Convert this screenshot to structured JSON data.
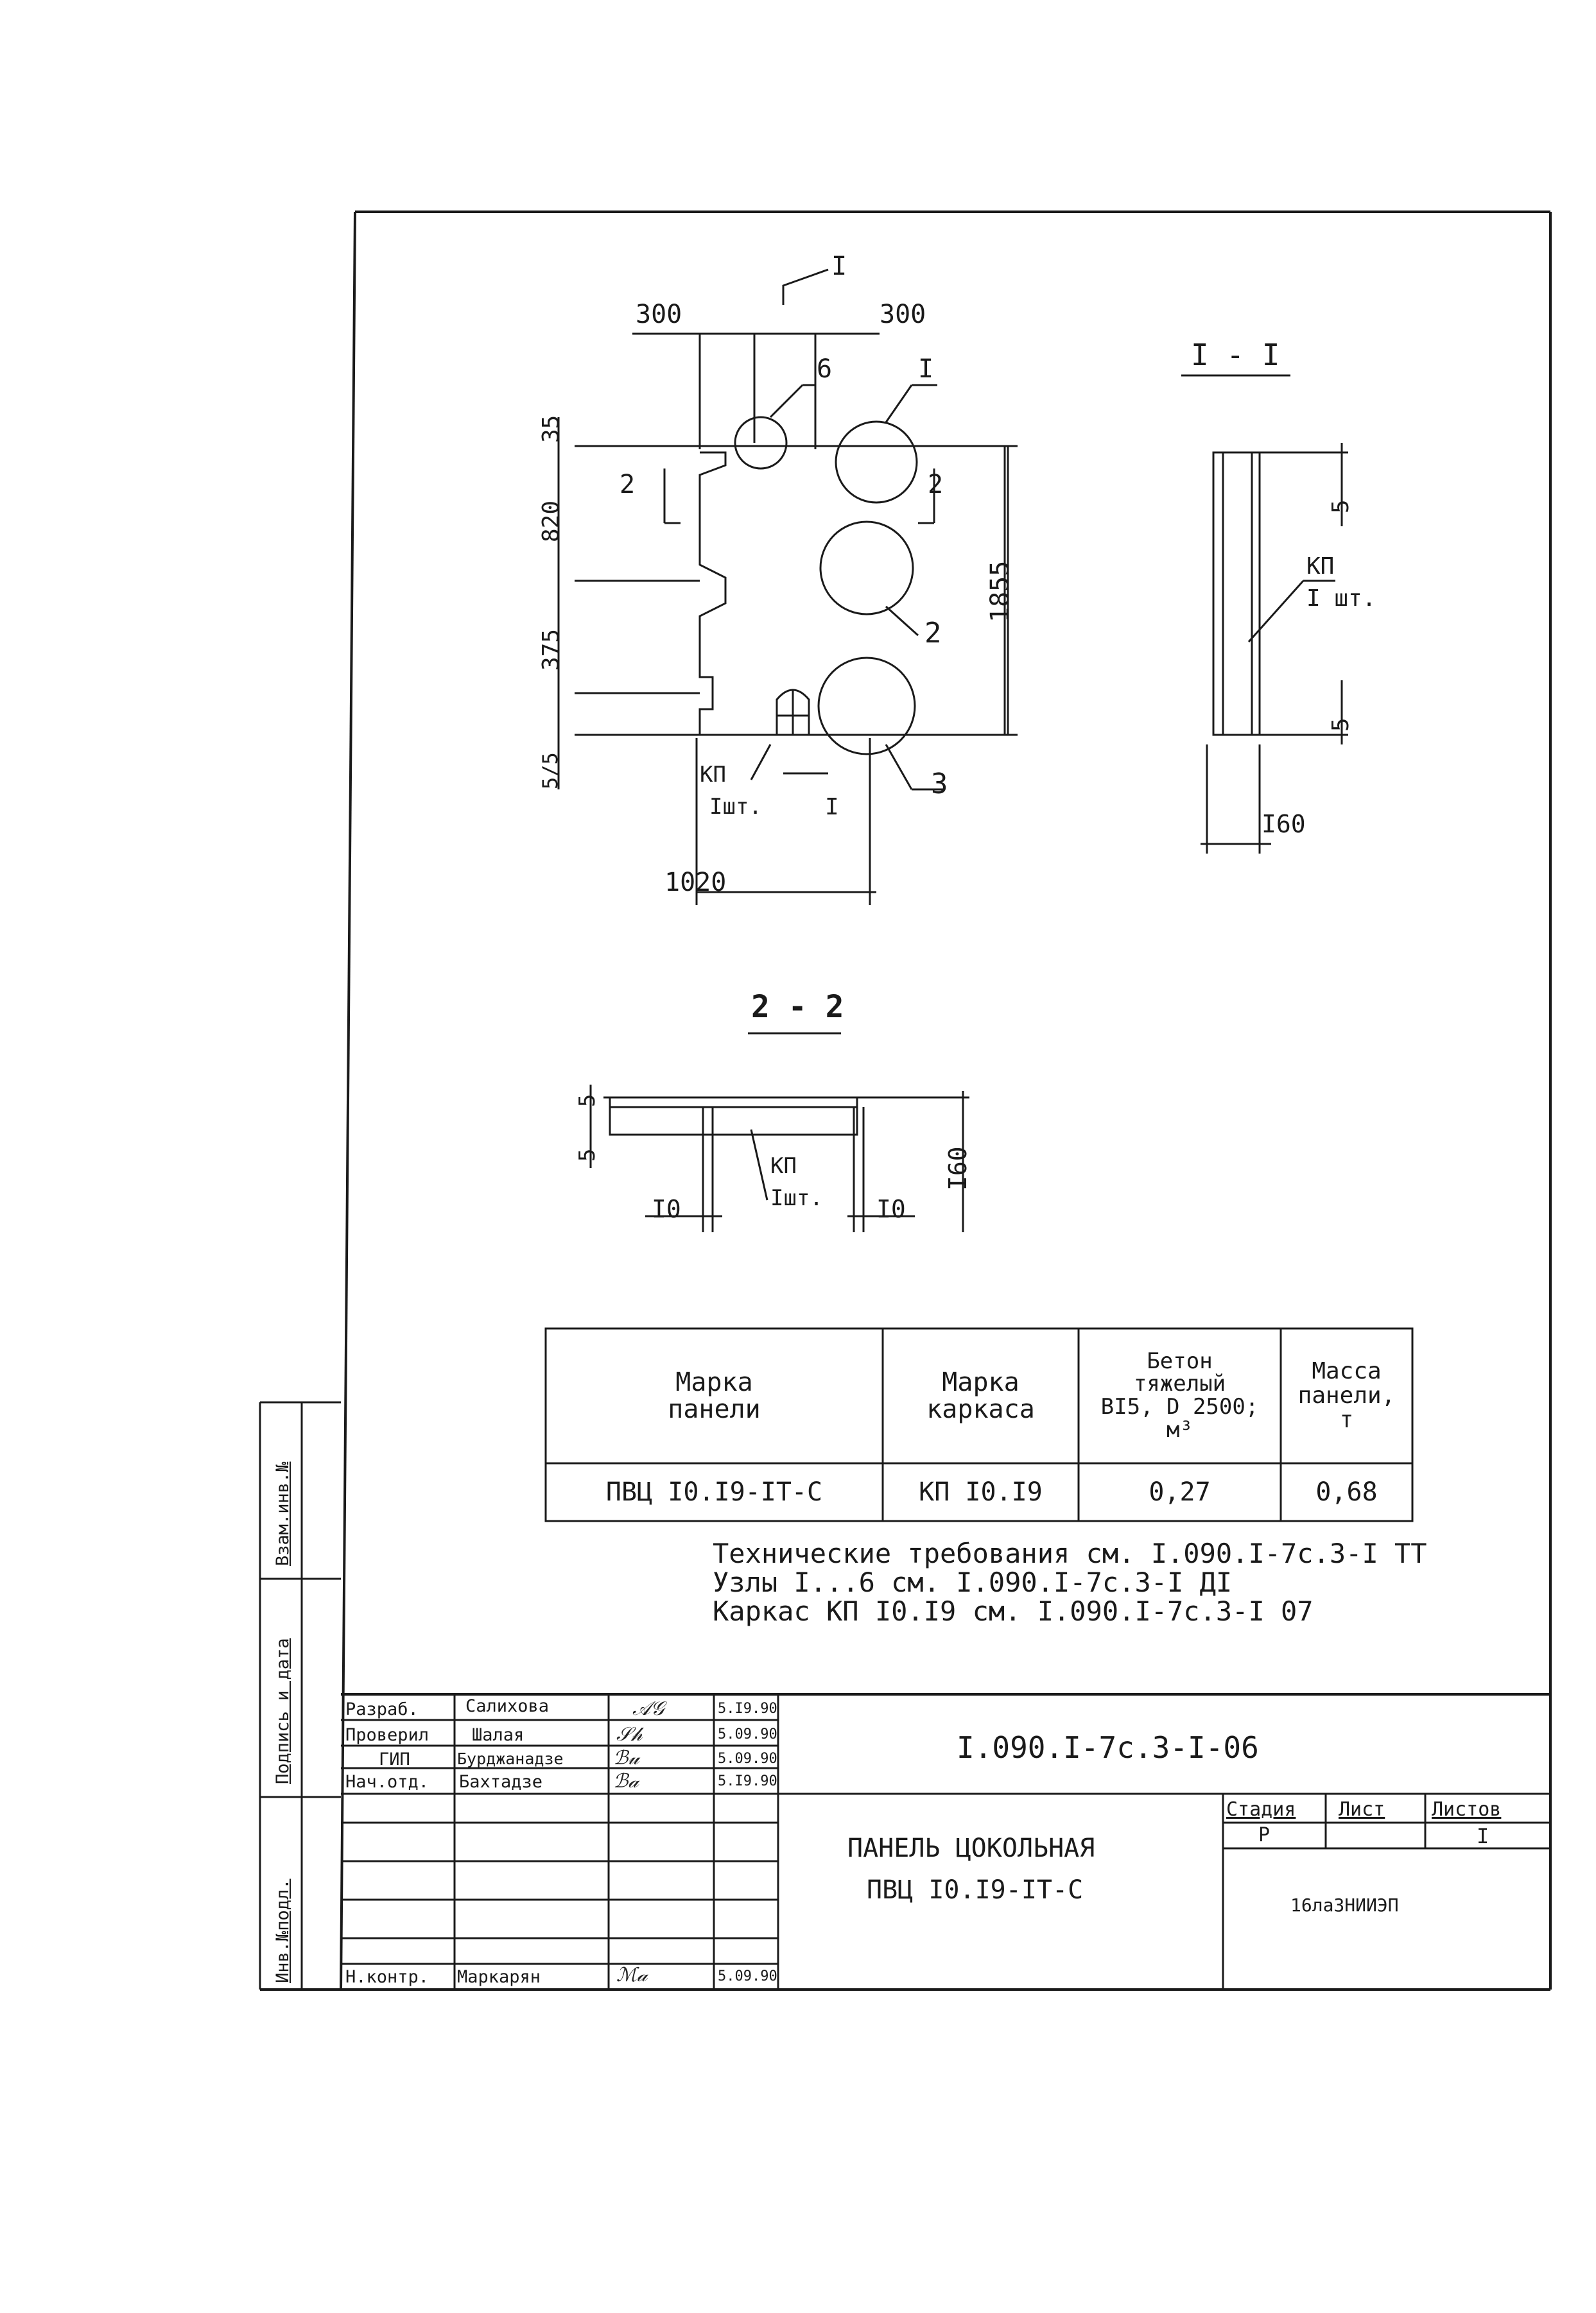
{
  "views": {
    "plan": {
      "dims": {
        "top_left": "300",
        "top_right": "300",
        "height_total": "1855",
        "left_upper": "35",
        "left_mid": "820",
        "left_low": "375",
        "left_bottom": "5/5",
        "width": "1020"
      },
      "section_cut_label": "I",
      "section_2_mark": "2",
      "node_labels": [
        "6",
        "I",
        "2",
        "3"
      ],
      "kp_label": "КП",
      "kp_count": "Iшт."
    },
    "section_1": {
      "title": "I - I",
      "dim_top": "5",
      "dim_bottom": "5",
      "dim_width": "I60",
      "kp_label": "КП",
      "kp_count": "I шт."
    },
    "section_2": {
      "title": "2 - 2",
      "dim_left_top": "5",
      "dim_left_bottom": "5",
      "dim_height": "I60",
      "dim_left": "I0",
      "dim_right": "I0",
      "kp_label": "КП",
      "kp_count": "Iшт."
    }
  },
  "spec_table": {
    "headers": [
      "Марка\nпанели",
      "Марка\nкаркаса",
      "Бетон\nтяжелый\nВI5, D 2500;\nм³",
      "Масса\nпанели,\nт"
    ],
    "rows": [
      [
        "ПВЦ I0.I9-IТ-С",
        "КП I0.I9",
        "0,27",
        "0,68"
      ]
    ]
  },
  "notes": [
    "Технические требования см. I.090.I-7с.3-I ТТ",
    "Узлы I...6 см. I.090.I-7с.3-I ДI",
    "Каркас КП I0.I9 см. I.090.I-7с.3-I 07"
  ],
  "title_block": {
    "doc_code": "I.090.I-7с.3-I-06",
    "title_line1": "ПАНЕЛЬ ЦОКОЛЬНАЯ",
    "title_line2": "ПВЦ I0.I9-IТ-С",
    "stage_header": "Стадия",
    "sheet_header": "Лист",
    "sheets_header": "Листов",
    "stage_value": "Р",
    "sheets_value": "I",
    "org": "16ла3НИИЭП",
    "roles": [
      {
        "role": "Разраб.",
        "name": "Салихова",
        "date": "5.I9.90"
      },
      {
        "role": "Проверил",
        "name": "Шалая",
        "date": "5.09.90"
      },
      {
        "role": "ГИП",
        "name": "Бурджанадзе",
        "date": "5.09.90"
      },
      {
        "role": "Нач.отд.",
        "name": "Бахтадзе",
        "date": "5.I9.90"
      },
      {
        "role": "",
        "name": "",
        "date": ""
      },
      {
        "role": "",
        "name": "",
        "date": ""
      },
      {
        "role": "",
        "name": "",
        "date": ""
      },
      {
        "role": "Н.контр.",
        "name": "Маркарян",
        "date": "5.09.90"
      }
    ]
  },
  "side_stamp": [
    "Взам.инв.№",
    "Подпись и дата",
    "Инв.№подл."
  ]
}
